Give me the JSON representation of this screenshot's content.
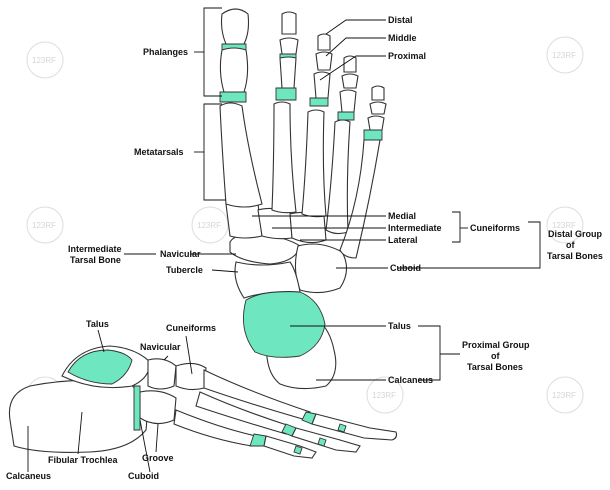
{
  "labels": {
    "phalanges": "Phalanges",
    "metatarsals": "Metatarsals",
    "distal": "Distal",
    "middle": "Middle",
    "proximal": "Proximal",
    "medial": "Medial",
    "intermediate": "Intermediate",
    "lateral": "Lateral",
    "cuneiforms_top": "Cuneiforms",
    "distal_group_1": "Distal Group",
    "distal_group_2": "of",
    "distal_group_3": "Tarsal Bones",
    "intermediate_tarsal_1": "Intermediate",
    "intermediate_tarsal_2": "Tarsal Bone",
    "navicular_top": "Navicular",
    "tubercle": "Tubercle",
    "cuboid_top": "Cuboid",
    "talus_top": "Talus",
    "calcaneus_top": "Calcaneus",
    "proximal_group_1": "Proximal Group",
    "proximal_group_2": "of",
    "proximal_group_3": "Tarsal Bones",
    "talus_side": "Talus",
    "cuneiforms_side": "Cuneiforms",
    "navicular_side": "Navicular",
    "fibular_trochlea": "Fibular Trochlea",
    "groove": "Groove",
    "cuboid_side": "Cuboid",
    "calcaneus_side": "Calcaneus"
  },
  "watermark": "123RF",
  "colors": {
    "highlight": "#6ee6c0",
    "outline": "#333333",
    "text": "#111111"
  }
}
